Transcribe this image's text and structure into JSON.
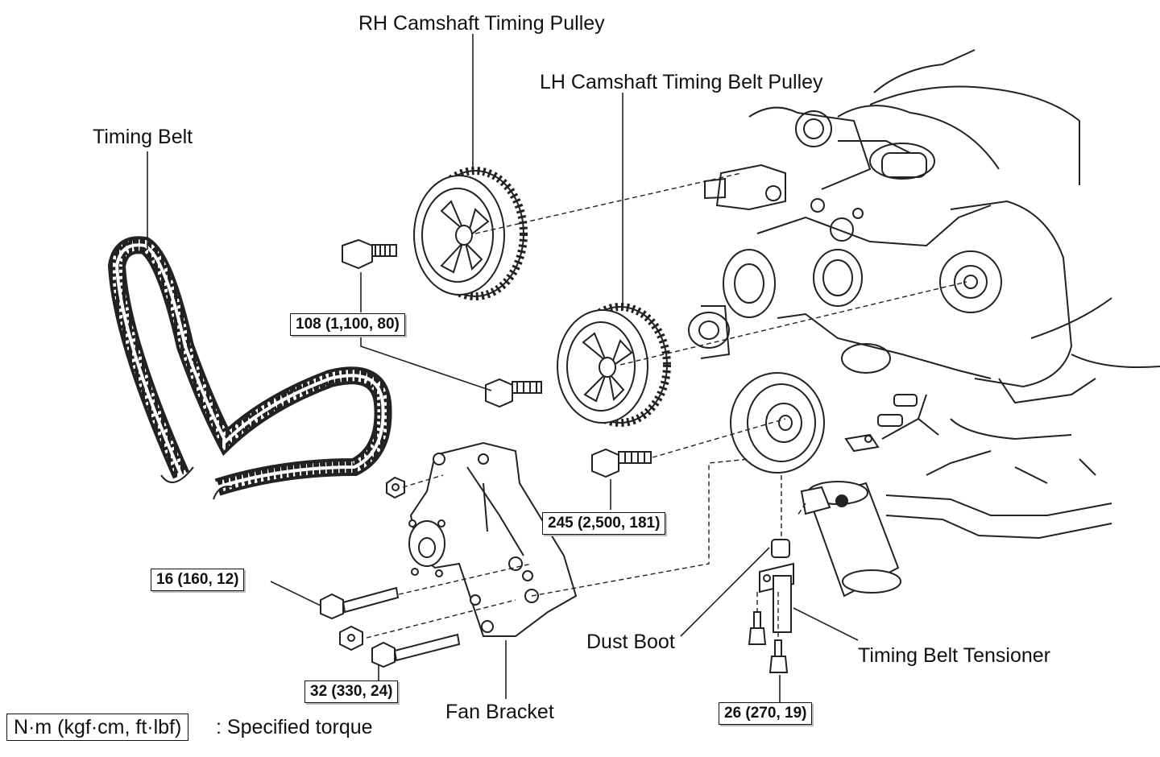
{
  "labels": {
    "rh_pulley": "RH Camshaft Timing Pulley",
    "lh_pulley": "LH Camshaft Timing Belt Pulley",
    "timing_belt": "Timing Belt",
    "dust_boot": "Dust Boot",
    "tensioner": "Timing Belt Tensioner",
    "fan_bracket": "Fan Bracket"
  },
  "torques": {
    "cam_bolt": "108 (1,100, 80)",
    "crank_bolt": "245 (2,500, 181)",
    "bracket_bolt": "16 (160, 12)",
    "bracket_bolt_lower": "32 (330, 24)",
    "tensioner_bolt": "26 (270, 19)"
  },
  "legend": {
    "unit": "N·m (kgf·cm, ft·lbf)",
    "text": ": Specified torque"
  }
}
